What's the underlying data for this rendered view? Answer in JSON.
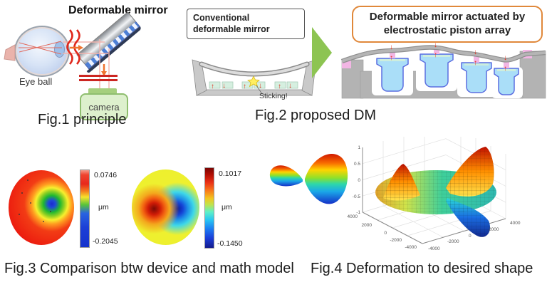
{
  "fig1": {
    "title": "Deformable mirror",
    "eye_label": "Eye ball",
    "camera_label": "camera",
    "caption": "Fig.1 principle"
  },
  "fig2": {
    "conventional_label": "Conventional deformable mirror",
    "sticking_label": "Sticking!",
    "proposed_label": "Deformable mirror actuated by electrostatic piston array",
    "caption": "Fig.2 proposed DM"
  },
  "fig3": {
    "caption": "Fig.3 Comparison btw device and math model",
    "device_colorbar": {
      "max": "0.0746",
      "unit": "μm",
      "min": "-0.2045"
    },
    "model_colorbar": {
      "max": "0.1017",
      "unit": "μm",
      "min": "-0.1450"
    }
  },
  "fig4": {
    "caption": "Fig.4 Deformation to desired shape",
    "plot": {
      "zticks": [
        "1",
        "0.5",
        "0",
        "-0.5",
        "-1"
      ],
      "xticks": [
        "4000",
        "2000",
        "0",
        "-2000",
        "-4000"
      ],
      "yticks": [
        "-4000",
        "-2000",
        "0",
        "2000",
        "4000"
      ]
    }
  },
  "colors": {
    "arrow_red": "#e0301e",
    "camera_green": "#8fbe6f",
    "triangle_green": "#8dc452",
    "proposed_border_orange": "#e0883a",
    "piston_blue": "#aadef8",
    "piston_outline": "#5b6ee0",
    "connector_pink": "#f2b6e4",
    "base_gray": "#b3b3b3"
  }
}
